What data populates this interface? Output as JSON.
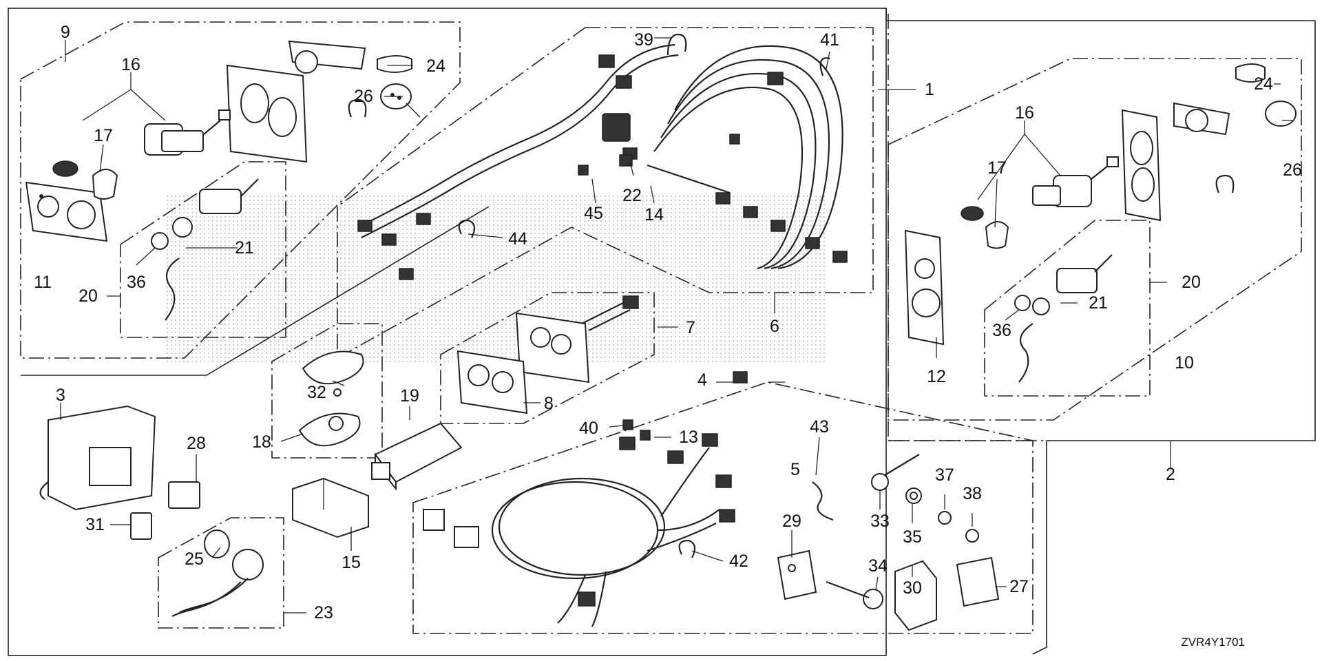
{
  "callouts": {
    "c1": "1",
    "c2": "2",
    "c3": "3",
    "c4": "4",
    "c5": "5",
    "c6": "6",
    "c7": "7",
    "c8": "8",
    "c9": "9",
    "c10": "10",
    "c11": "11",
    "c12": "12",
    "c13": "13",
    "c14": "14",
    "c15": "15",
    "c16a": "16",
    "c16b": "16",
    "c17a": "17",
    "c17b": "17",
    "c18": "18",
    "c19": "19",
    "c20a": "20",
    "c20b": "20",
    "c21a": "21",
    "c21b": "21",
    "c22": "22",
    "c23": "23",
    "c24a": "24",
    "c24b": "24",
    "c25": "25",
    "c26a": "26",
    "c26b": "26",
    "c27": "27",
    "c28": "28",
    "c29": "29",
    "c30": "30",
    "c31": "31",
    "c32": "32",
    "c33": "33",
    "c34": "34",
    "c35": "35",
    "c36a": "36",
    "c36b": "36",
    "c37": "37",
    "c38": "38",
    "c39": "39",
    "c40": "40",
    "c41": "41",
    "c42": "42",
    "c43": "43",
    "c44": "44",
    "c45": "45"
  },
  "diagram_code": "ZVR4Y1701",
  "colors": {
    "line": "#222222",
    "background": "#ffffff",
    "halftone": "#bdbdbd"
  }
}
